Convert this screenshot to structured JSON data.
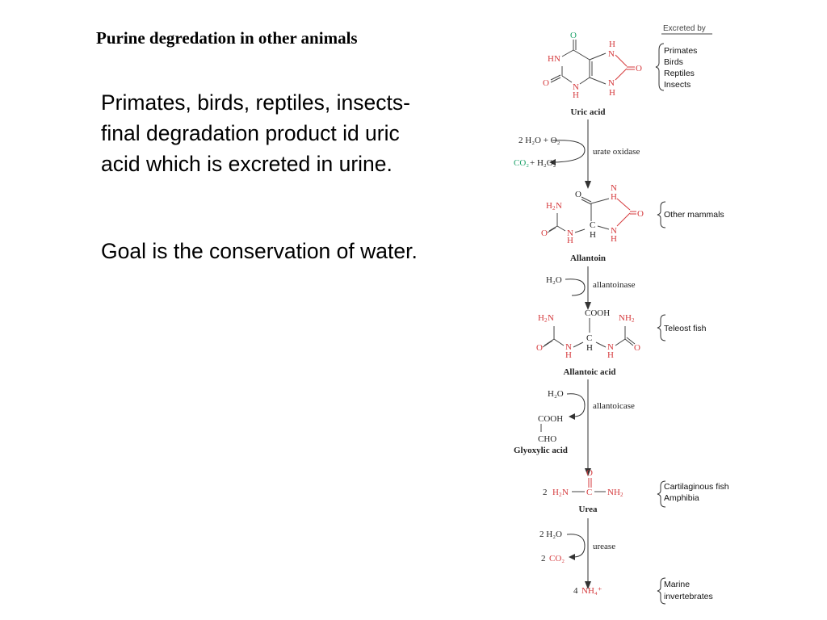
{
  "slide": {
    "title": "Purine degredation in other animals",
    "paragraph1": "Primates, birds, reptiles, insects-final degradation product id uric acid which is excreted in urine.",
    "paragraph2": "Goal is the conservation of water."
  },
  "diagram": {
    "excreted_by_header": "Excreted by",
    "compounds": {
      "uric_acid": "Uric acid",
      "allantoin": "Allantoin",
      "allantoic_acid": "Allantoic acid",
      "glyoxylic_acid": "Glyoxylic acid",
      "urea": "Urea"
    },
    "enzymes": {
      "urate_oxidase": "urate oxidase",
      "allantoinase": "allantoinase",
      "allantoicase": "allantoicase",
      "urease": "urease"
    },
    "excretors": {
      "uric_acid": [
        "Primates",
        "Birds",
        "Reptiles",
        "Insects"
      ],
      "allantoin": [
        "Other mammals"
      ],
      "allantoic_acid": [
        "Teleost fish"
      ],
      "urea": [
        "Cartilaginous fish",
        "Amphibia"
      ],
      "ammonia": [
        "Marine",
        "invertebrates"
      ]
    },
    "reactants": {
      "step1_in": "2 H₂O + O₂",
      "step1_out_co2": "CO₂",
      "step1_out_rest": " + H₂O₂",
      "step2_in": "H₂O",
      "step3_in": "H₂O",
      "step3_out_cooh": "COOH",
      "step3_out_cho": "CHO",
      "urea_coeff": "2",
      "step4_in": "2 H₂O",
      "step4_out_coeff": "2",
      "step4_out_co2": "CO₂",
      "nh4_coeff": "4",
      "nh4": "NH₄⁺"
    }
  }
}
